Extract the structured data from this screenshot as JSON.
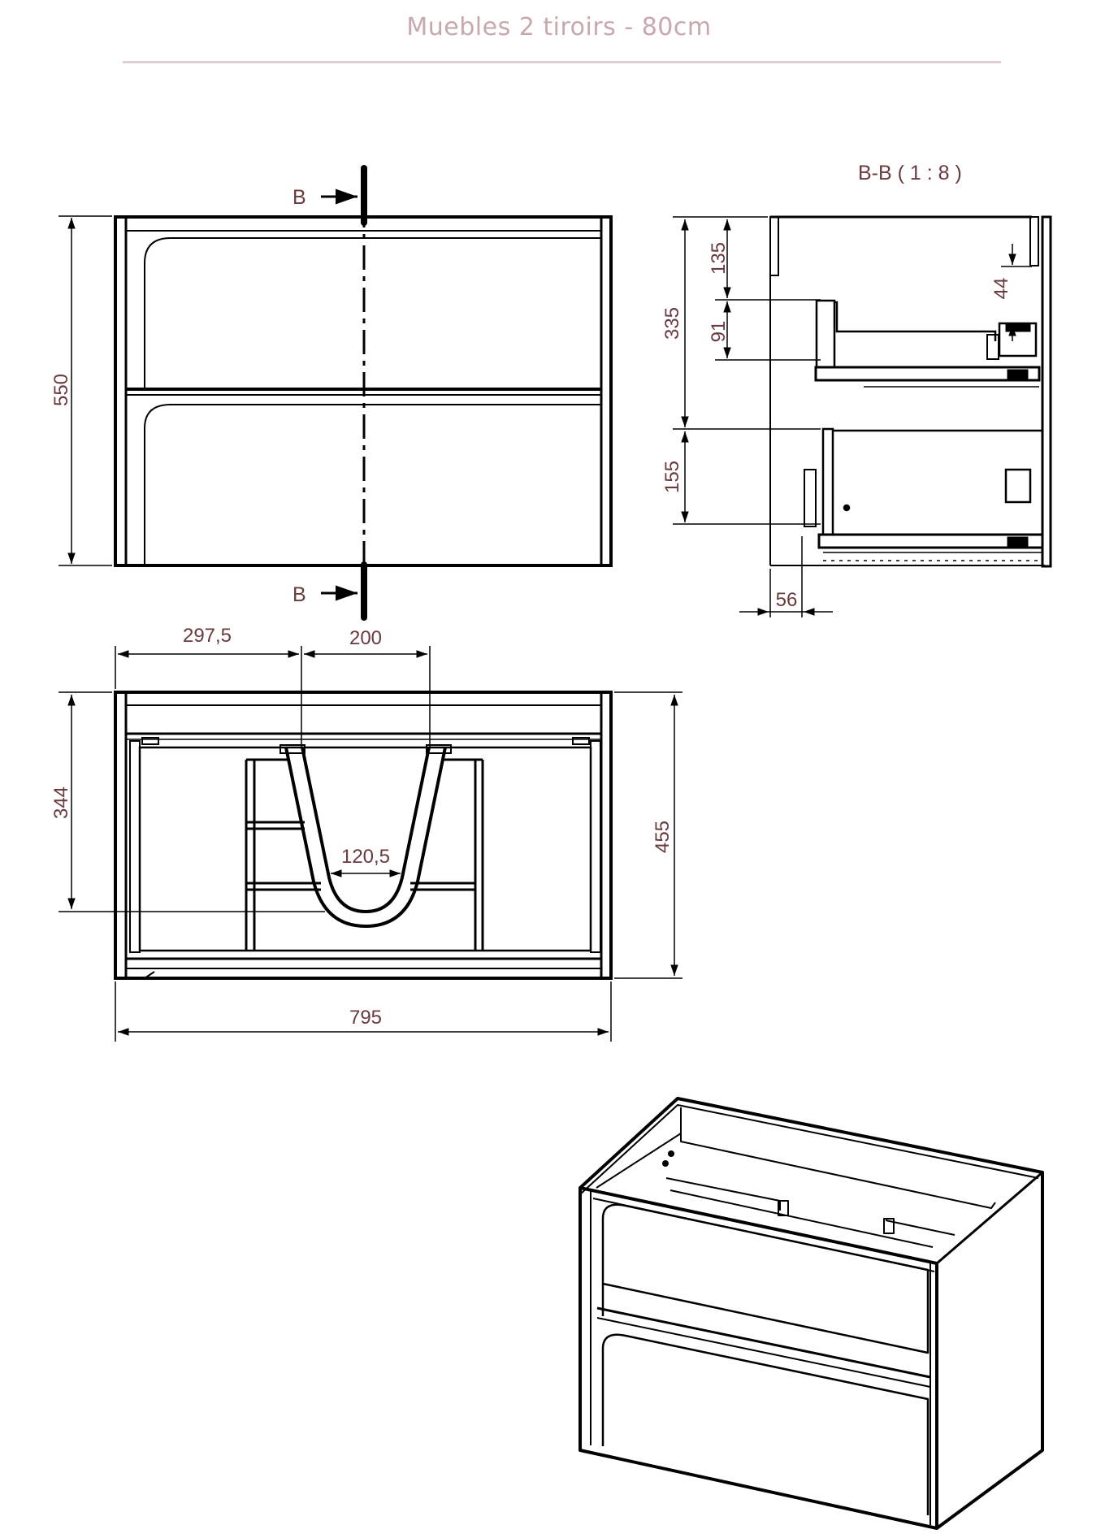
{
  "title": "Muebles 2 tiroirs - 80cm",
  "front_view": {
    "height_label": "550",
    "section_mark_top": "B",
    "section_mark_bottom": "B"
  },
  "section_view": {
    "title": "B-B ( 1 : 8 )",
    "dims": {
      "d335": "335",
      "d135": "135",
      "d91": "91",
      "d44": "44",
      "d155": "155",
      "d56": "56"
    }
  },
  "top_view": {
    "dims": {
      "d2975": "297,5",
      "d200": "200",
      "d344": "344",
      "d455": "455",
      "d1205": "120,5",
      "d795": "795"
    }
  },
  "colors": {
    "line": "#000000",
    "dimension": "#6a3a3e",
    "title": "#c9a8ad"
  }
}
